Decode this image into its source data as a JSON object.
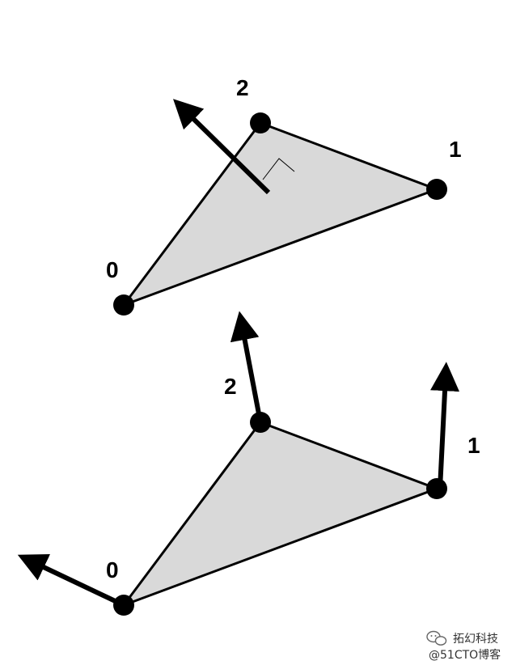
{
  "diagram": {
    "colors": {
      "triangle_fill": "#d9d9d9",
      "stroke": "#000000",
      "vertex": "#000000",
      "background": "#ffffff"
    },
    "face_normal_triangle": {
      "vertex_labels": [
        "0",
        "1",
        "2"
      ],
      "normal_arrow": "face-normal-arrow",
      "right_angle_marker": true
    },
    "vertex_normal_triangle": {
      "vertex_labels": [
        "0",
        "1",
        "2"
      ],
      "normal_arrows": [
        "vertex-0-normal-arrow",
        "vertex-1-normal-arrow",
        "vertex-2-normal-arrow"
      ]
    }
  },
  "watermark": {
    "brand": "拓幻科技",
    "site": "@51CTO博客",
    "icon": "wechat-icon"
  }
}
